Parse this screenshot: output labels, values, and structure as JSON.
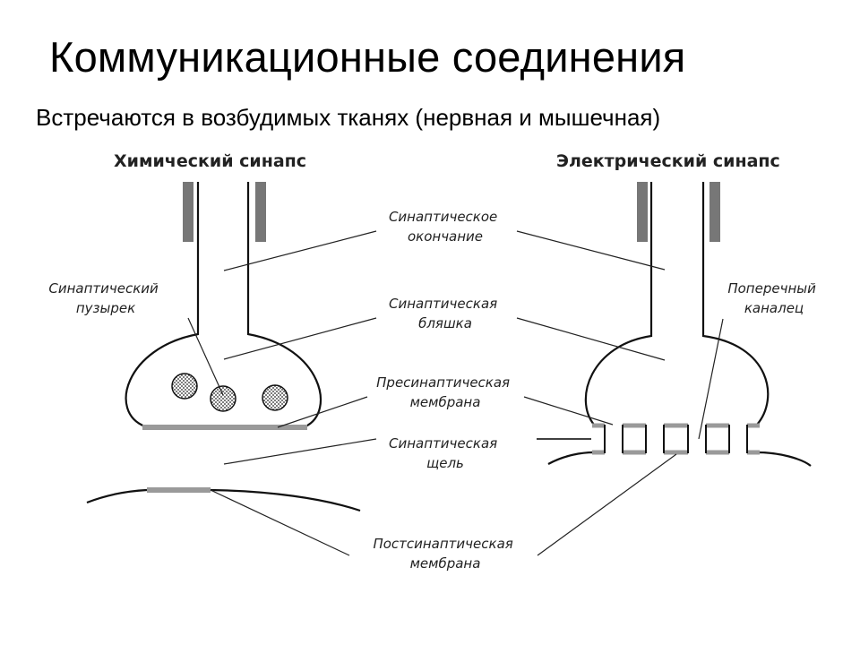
{
  "title": "Коммуникационные соединения",
  "subtitle": "Встречаются в возбудимых тканях (нервная и мышечная)",
  "diagram": {
    "chemical_heading": "Химический синапс",
    "electrical_heading": "Электрический синапс",
    "labels": {
      "synaptic_ending": [
        "Синаптическое",
        "окончание"
      ],
      "synaptic_plaque": [
        "Синаптическая",
        "бляшка"
      ],
      "presynaptic_membrane": [
        "Пресинаптическая",
        "мембрана"
      ],
      "synaptic_cleft": [
        "Синаптическая",
        "щель"
      ],
      "postsynaptic_membrane": [
        "Постсинаптическая",
        "мембрана"
      ],
      "synaptic_vesicle": [
        "Синаптический",
        "пузырек"
      ],
      "transverse_channel": [
        "Поперечный",
        "каналец"
      ]
    },
    "colors": {
      "outline": "#111111",
      "membrane": "#9a9a9a",
      "myelin": "#777777",
      "leader": "#222222"
    }
  }
}
